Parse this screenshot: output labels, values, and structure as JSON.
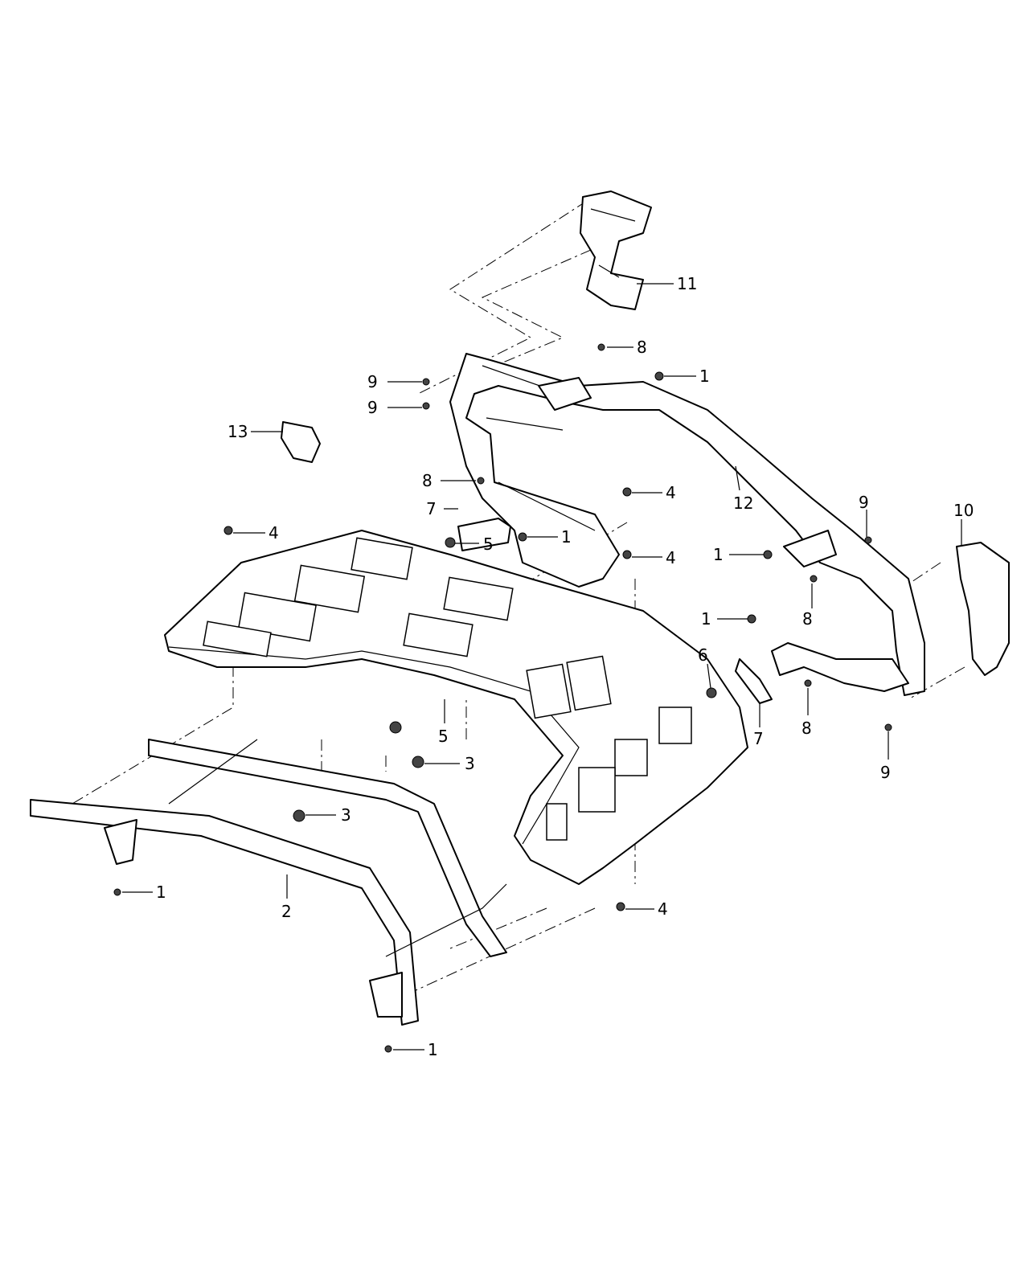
{
  "diagram": {
    "type": "exploded-parts-diagram",
    "callouts": [
      "11",
      "8",
      "1",
      "9",
      "9",
      "13",
      "12",
      "8",
      "4",
      "7",
      "1",
      "4",
      "5",
      "10",
      "9",
      "4",
      "1",
      "8",
      "1",
      "6",
      "5",
      "7",
      "8",
      "9",
      "3",
      "3",
      "1",
      "2",
      "4",
      "1"
    ]
  }
}
